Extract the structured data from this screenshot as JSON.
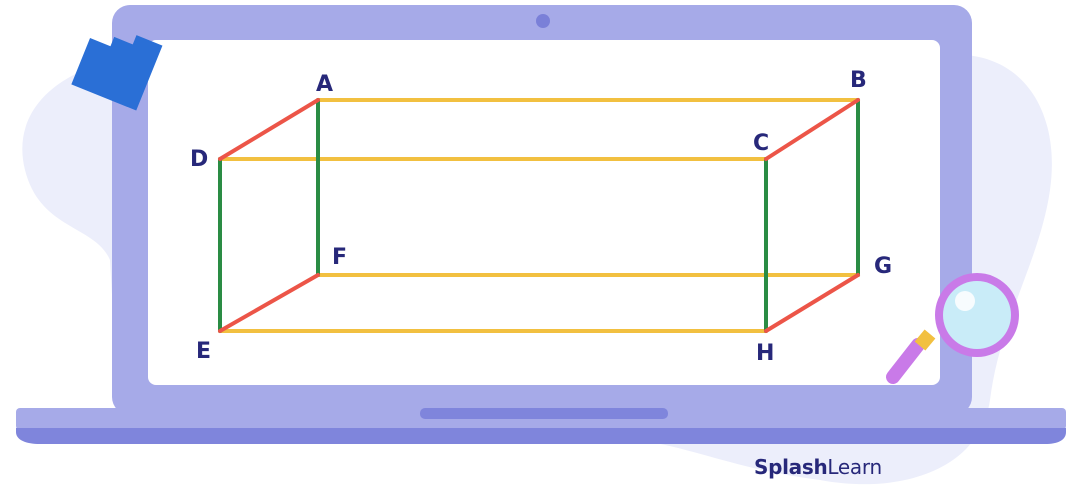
{
  "vertices": {
    "A": "A",
    "B": "B",
    "C": "C",
    "D": "D",
    "E": "E",
    "F": "F",
    "G": "G",
    "H": "H"
  },
  "brand": {
    "bold": "Splash",
    "regular": "Learn"
  },
  "colors": {
    "edge_width": "#f2c040",
    "edge_height": "#2a8c44",
    "edge_depth": "#ec5548",
    "laptop_body": "#a6aae8",
    "screen": "#ffffff",
    "blob": "#eceefb",
    "label": "#27287a"
  },
  "icons": [
    "blue-tab-icon",
    "magnifying-glass-icon"
  ]
}
